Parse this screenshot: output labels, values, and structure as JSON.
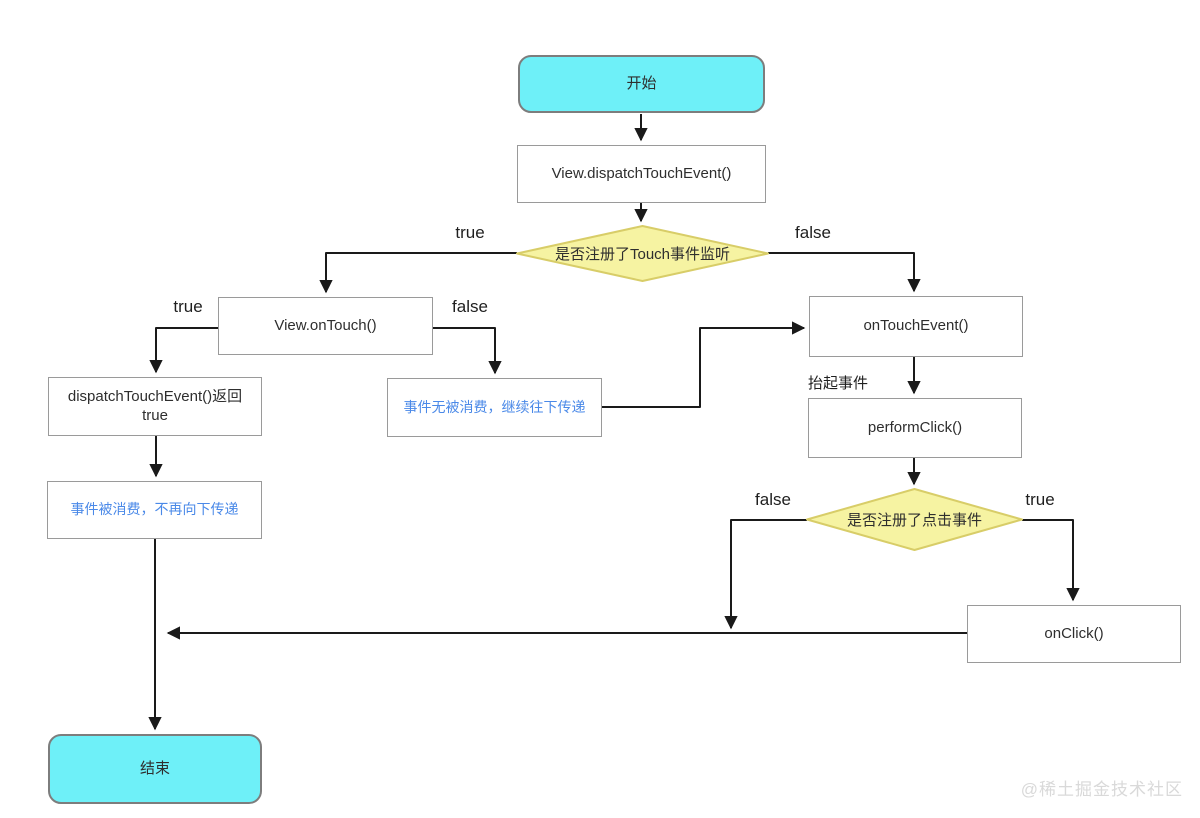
{
  "diagram": {
    "nodes": {
      "start": {
        "label": "开始"
      },
      "dispatch": {
        "label": "View.dispatchTouchEvent()"
      },
      "touch_listener_decision": {
        "label": "是否注册了Touch事件监听"
      },
      "on_touch": {
        "label": "View.onTouch()"
      },
      "dispatch_return_true": {
        "label": "dispatchTouchEvent()返回true"
      },
      "event_not_consumed": {
        "label": "事件无被消费，继续往下传递"
      },
      "on_touch_event": {
        "label": "onTouchEvent()"
      },
      "perform_click": {
        "label": "performClick()"
      },
      "click_listener_decision": {
        "label": "是否注册了点击事件"
      },
      "on_click": {
        "label": "onClick()"
      },
      "event_consumed": {
        "label": "事件被消费，不再向下传递"
      },
      "end": {
        "label": "结束"
      }
    },
    "edge_labels": {
      "touch_true": "true",
      "touch_false": "false",
      "ontouch_true": "true",
      "ontouch_false": "false",
      "lift_event": "抬起事件",
      "click_false": "false",
      "click_true": "true"
    },
    "watermark": "@稀土掘金技术社区",
    "colors": {
      "terminal-fill": "#6ef0f8",
      "terminal-stroke": "#7d7d7d",
      "process-fill": "#ffffff",
      "process-stroke": "#9a9a9a",
      "decision-fill": "#f6f3a2",
      "decision-stroke": "#d8cd68",
      "line": "#1a1a1a",
      "text": "#2e2e2e",
      "note-text": "#4a89e8",
      "label-text": "#1f1f1f",
      "watermark": "#d9d9d9",
      "background": "#ffffff"
    }
  }
}
